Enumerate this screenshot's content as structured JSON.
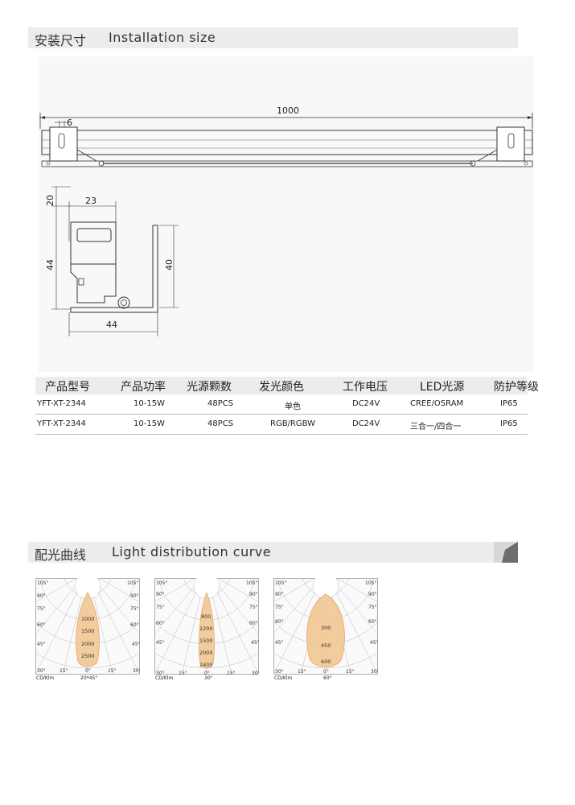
{
  "install": {
    "title_zh": "安装尺寸",
    "title_en": "Installation size"
  },
  "drawing": {
    "length": "1000",
    "hole_offset": "6",
    "dim_height_top": "20",
    "dim_width_top": "23",
    "dim_left_height": "44",
    "dim_right_height": "40",
    "dim_bottom_width": "44"
  },
  "table": {
    "headers": [
      "产品型号",
      "产品功率",
      "光源颗数",
      "发光颜色",
      "工作电压",
      "LED光源",
      "防护等级"
    ],
    "rows": [
      [
        "YFT-XT-2344",
        "10-15W",
        "48PCS",
        "单色",
        "DC24V",
        "CREE/OSRAM",
        "IP65"
      ],
      [
        "YFT-XT-2344",
        "10-15W",
        "48PCS",
        "RGB/RGBW",
        "DC24V",
        "三合一/四合一",
        "IP65"
      ]
    ]
  },
  "light": {
    "title_zh": "配光曲线",
    "title_en": "Light distribution curve",
    "angle_ticks": {
      "a105": "105°",
      "a90": "90°",
      "a75": "75°",
      "a60": "60°",
      "a45": "45°",
      "a30": "30°",
      "a15": "15°",
      "a0": "0°"
    },
    "unit": "CD/Klm",
    "curves": [
      {
        "beam": "20*45°",
        "values": [
          "1000",
          "1500",
          "2000",
          "2500"
        ]
      },
      {
        "beam": "30°",
        "values": [
          "800",
          "1200",
          "1500",
          "2000",
          "2400"
        ]
      },
      {
        "beam": "60°",
        "values": [
          "300",
          "450",
          "600"
        ]
      }
    ]
  },
  "colors": {
    "section_bg": "#ececec",
    "beam_fill": "#f3c894",
    "beam_stroke": "#e0a060"
  }
}
